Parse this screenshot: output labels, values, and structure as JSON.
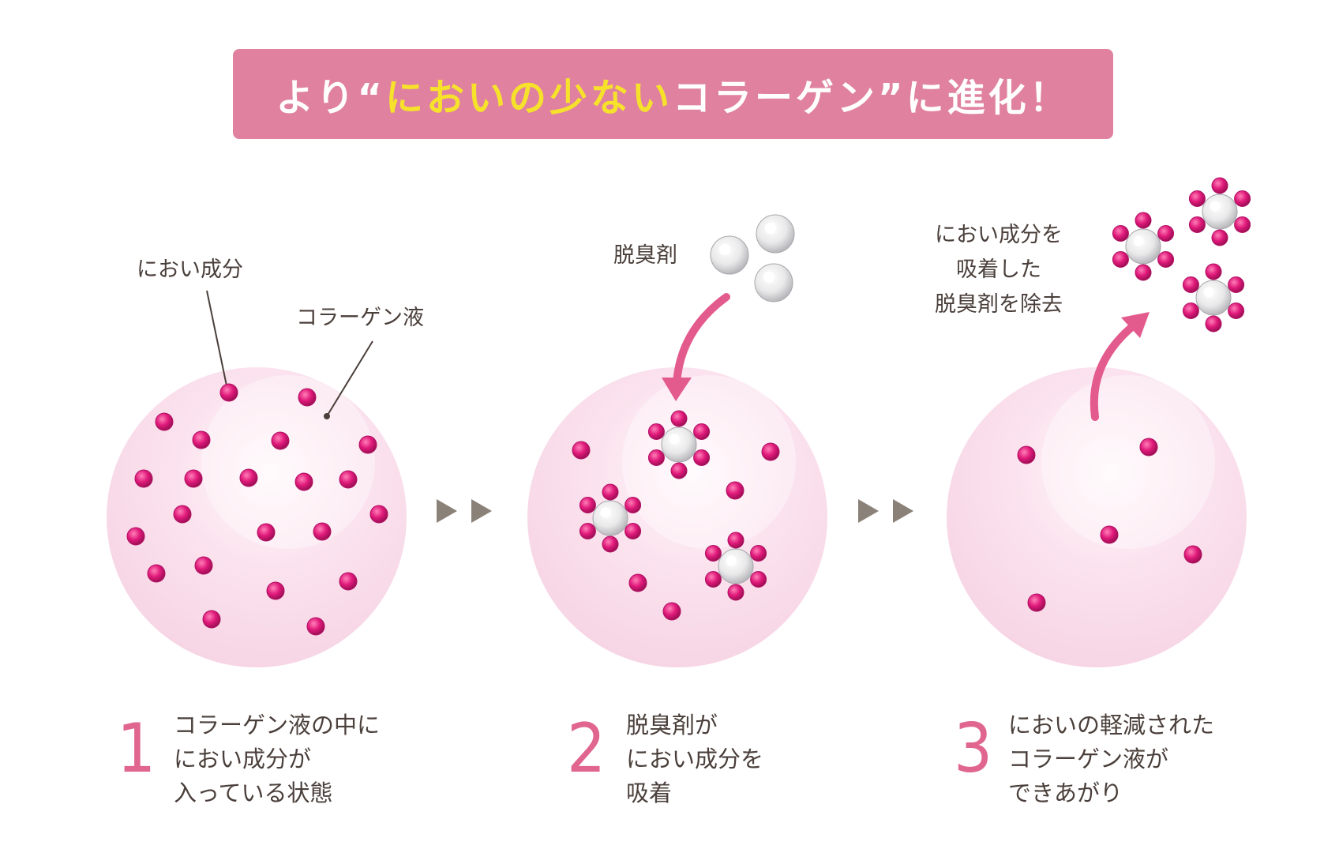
{
  "banner": {
    "pre": "より“",
    "highlight": "においの少ない",
    "post": "コラーゲン”に進化！"
  },
  "labels": {
    "odor_component": "におい成分",
    "collagen_liquid": "コラーゲン液",
    "deodorant": "脱臭剤",
    "removed": [
      "におい成分を",
      "吸着した",
      "脱臭剤を除去"
    ]
  },
  "steps": [
    {
      "number": "1",
      "lines": [
        "コラーゲン液の中に",
        "におい成分が",
        "入っている状態"
      ]
    },
    {
      "number": "2",
      "lines": [
        "脱臭剤が",
        "におい成分を",
        "吸着"
      ]
    },
    {
      "number": "3",
      "lines": [
        "においの軽減された",
        "コラーゲン液が",
        "できあがり"
      ]
    }
  ],
  "colors": {
    "banner_bg": "#e0829f",
    "highlight": "#f7e22b",
    "dot": "#e0197a",
    "arrow": "#e35a8d",
    "step_number": "#e0668f",
    "chevron": "#8a8279"
  },
  "icons": [
    "chevron-right-icon",
    "curved-arrow-icon"
  ]
}
